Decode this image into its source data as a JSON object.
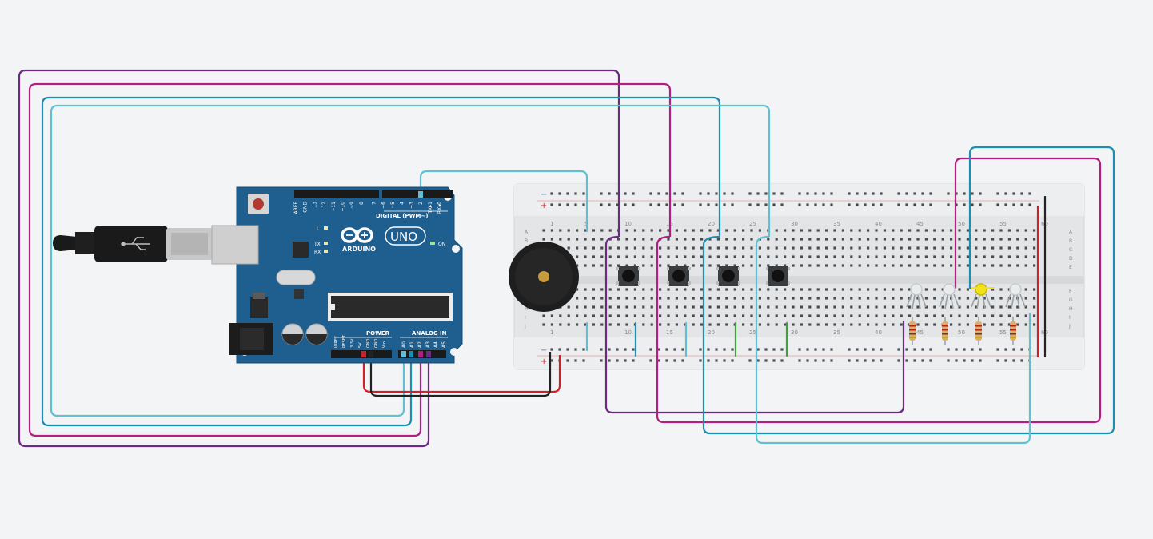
{
  "colors": {
    "background": "#f2f4f5",
    "board_blue": "#1f5f8f",
    "breadboard": "#e3e5e6",
    "wire_purple": "#6a2c82",
    "wire_magenta": "#b21f80",
    "wire_teal": "#1b8fb1",
    "wire_lightblue": "#5fc0d4",
    "wire_red": "#d0202a",
    "wire_black": "#222222",
    "wire_green": "#3aa63a",
    "led_yellow": "#f2e21a"
  },
  "arduino": {
    "logo_brand": "ARDUINO",
    "model": "UNO",
    "header_digital": "DIGITAL (PWM~)",
    "header_power": "POWER",
    "header_analog": "ANALOG IN",
    "led_on": "ON",
    "led_l": "L",
    "led_tx": "TX",
    "led_rx": "RX",
    "digital_pins": [
      "AREF",
      "GND",
      "13",
      "12",
      "~11",
      "~10",
      "~9",
      "8",
      "7",
      "~6",
      "~5",
      "4",
      "~3",
      "2",
      "TX▸1",
      "RX◂0"
    ],
    "power_pins": [
      "IOREF",
      "RESET",
      "3.3V",
      "5V",
      "GND",
      "GND",
      "Vin"
    ],
    "analog_pins": [
      "A0",
      "A1",
      "A2",
      "A3",
      "A4",
      "A5"
    ]
  },
  "breadboard": {
    "column_numbers": [
      "1",
      "5",
      "10",
      "15",
      "20",
      "25",
      "30",
      "35",
      "40",
      "45",
      "50",
      "55",
      "60"
    ],
    "row_letters_top": [
      "A",
      "B",
      "C",
      "D",
      "E"
    ],
    "row_letters_bottom": [
      "F",
      "G",
      "H",
      "I",
      "J"
    ],
    "rail_plus": "+",
    "rail_minus": "−"
  }
}
